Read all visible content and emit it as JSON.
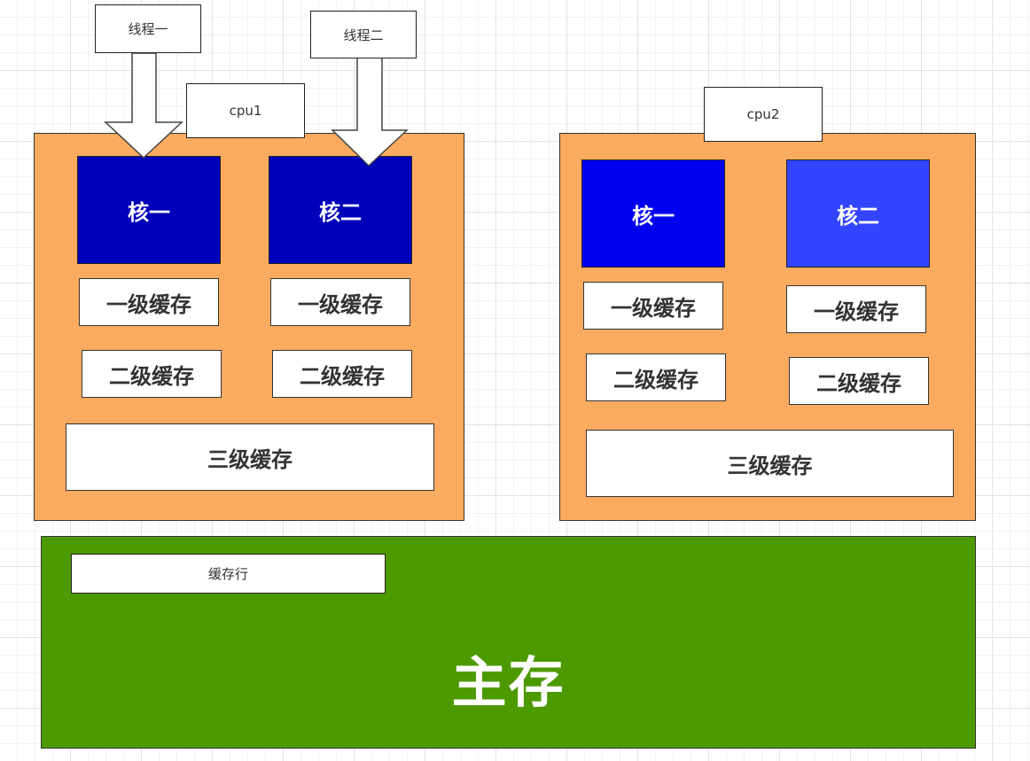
{
  "threads": [
    {
      "label": "线程一"
    },
    {
      "label": "线程二"
    }
  ],
  "cpus": [
    {
      "label": "cpu1",
      "cores": [
        {
          "label": "核一",
          "color": "#0000bb"
        },
        {
          "label": "核二",
          "color": "#0000bb"
        }
      ],
      "l1": [
        "一级缓存",
        "一级缓存"
      ],
      "l2": [
        "二级缓存",
        "二级缓存"
      ],
      "l3": "三级缓存"
    },
    {
      "label": "cpu2",
      "cores": [
        {
          "label": "核一",
          "color": "#0000ee"
        },
        {
          "label": "核二",
          "color": "#3344ff"
        }
      ],
      "l1": [
        "一级缓存",
        "一级缓存"
      ],
      "l2": [
        "二级缓存",
        "二级缓存"
      ],
      "l3": "三级缓存"
    }
  ],
  "memory": {
    "title": "主存",
    "cache_line": "缓存行",
    "color": "#4d9a00"
  },
  "colors": {
    "cpu_fill": "#fbab60",
    "arrow_fill": "#ffffff"
  }
}
